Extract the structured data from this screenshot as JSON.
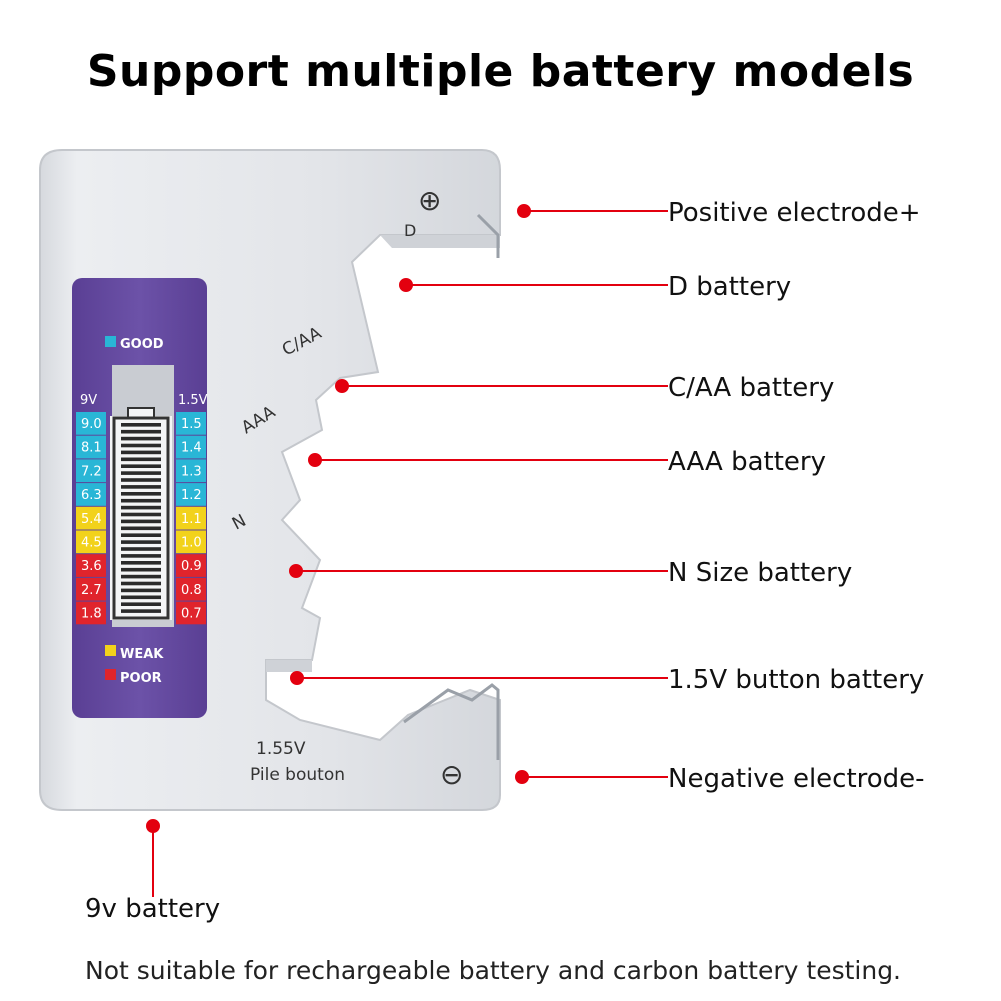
{
  "title": "Support multiple battery models",
  "colors": {
    "marker": "#e3000f",
    "panel_purple": "#6a4fa3",
    "good": "#29b6d6",
    "weak": "#f2d21b",
    "poor": "#e0242c",
    "device_body": "#e4e6ea"
  },
  "display": {
    "good_label": "GOOD",
    "weak_label": "WEAK",
    "poor_label": "POOR",
    "left_header": "9V",
    "right_header": "1.5V",
    "left_scale": [
      "9.0",
      "8.1",
      "7.2",
      "6.3",
      "5.4",
      "4.5",
      "3.6",
      "2.7",
      "1.8"
    ],
    "right_scale": [
      "1.5",
      "1.4",
      "1.3",
      "1.2",
      "1.1",
      "1.0",
      "0.9",
      "0.8",
      "0.7"
    ]
  },
  "device_labels": {
    "positive_symbol": "⊕",
    "negative_symbol": "⊖",
    "d": "D",
    "caa": "C/AA",
    "aaa": "AAA",
    "n": "N",
    "button_voltage": "1.55V",
    "button_text": "Pile bouton"
  },
  "callouts": {
    "positive": "Positive electrode+",
    "d": "D battery",
    "caa": "C/AA battery",
    "aaa": "AAA battery",
    "n": "N Size battery",
    "button": "1.5V button battery",
    "negative": "Negative electrode-",
    "nine_volt": "9v battery"
  },
  "footnote": "Not suitable for rechargeable battery and carbon battery testing."
}
